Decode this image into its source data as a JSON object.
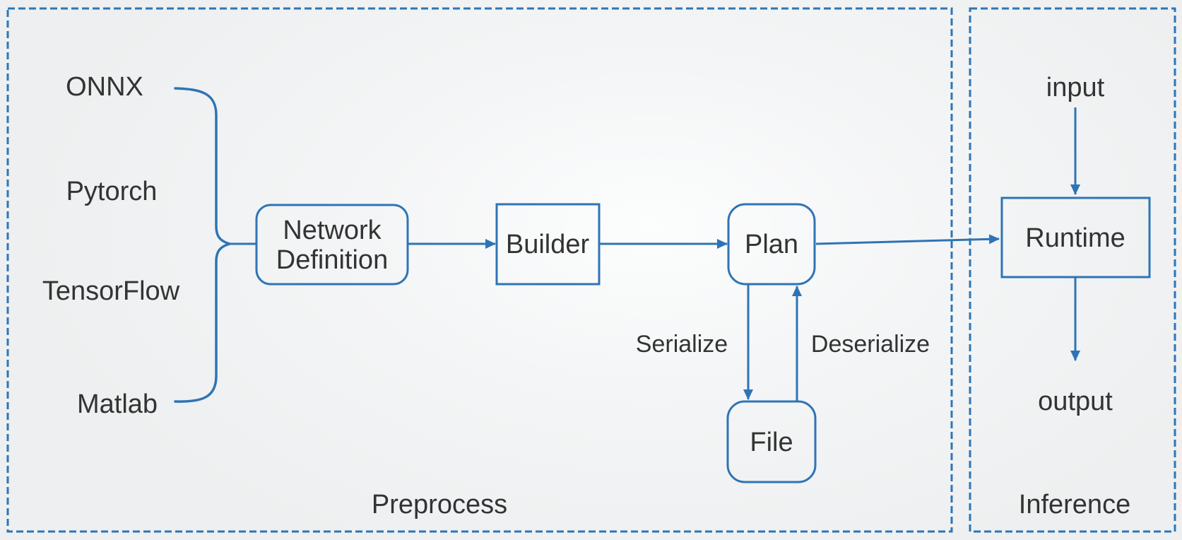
{
  "diagram": {
    "regions": {
      "preprocess": {
        "label": "Preprocess"
      },
      "inference": {
        "label": "Inference"
      }
    },
    "frameworks": [
      {
        "label": "ONNX"
      },
      {
        "label": "Pytorch"
      },
      {
        "label": "TensorFlow"
      },
      {
        "label": "Matlab"
      }
    ],
    "nodes": {
      "network_definition": {
        "line1": "Network",
        "line2": "Definition"
      },
      "builder": {
        "label": "Builder"
      },
      "plan": {
        "label": "Plan"
      },
      "file": {
        "label": "File"
      },
      "runtime": {
        "label": "Runtime"
      }
    },
    "flows": {
      "serialize": {
        "label": "Serialize"
      },
      "deserialize": {
        "label": "Deserialize"
      }
    },
    "io": {
      "input_label": "input",
      "output_label": "output"
    },
    "colors": {
      "accent_blue": "#2E75B6",
      "text_dark": "#333333"
    }
  }
}
